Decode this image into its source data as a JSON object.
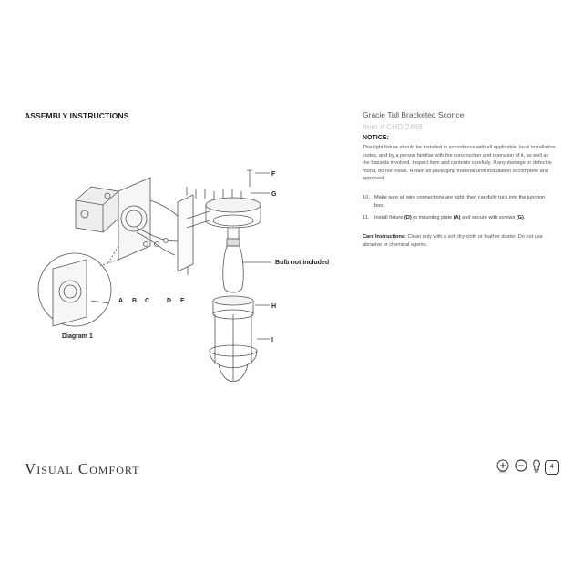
{
  "header": {
    "section_title": "ASSEMBLY INSTRUCTIONS"
  },
  "product": {
    "name": "Gracie Tall Bracketed Sconce",
    "item_number": "Item # CHD 2488"
  },
  "notice": {
    "heading": "NOTICE:",
    "body": "This light fixture should be installed in accordance with all applicable, local installation codes, and by a person familiar with the construction and operation of it, as well as the hazards involved. Inspect item and contents carefully. If any damage or defect is found, do not install. Retain all packaging material until installation is complete and approved."
  },
  "steps": [
    {
      "number": "10.",
      "text": "Make sure all wire connections are tight, then carefully tuck into the junction box."
    },
    {
      "number": "11.",
      "text_before": "Install fixture",
      "label_d": "(D)",
      "text_middle": "to mounting plate",
      "label_a": "(A)",
      "text_after": "and secure with screws",
      "label_g": "(G)",
      "end": "."
    }
  ],
  "care": {
    "heading": "Care Instructions:",
    "text": "Clean only with a soft dry cloth or feather duster. Do not use abrasive or chemical agents."
  },
  "diagram": {
    "labels": {
      "a": "A",
      "b": "B",
      "c": "C",
      "d": "D",
      "e": "E",
      "f": "F",
      "g": "G",
      "h": "H",
      "i": "I"
    },
    "bulb_callout": "Bulb not included",
    "inset_caption": "Diagram 1"
  },
  "footer": {
    "brand": "Visual Comfort",
    "page_number": "4",
    "cert_icons": [
      "etl-listed-icon",
      "damp-rated-icon",
      "bulb-icon"
    ]
  }
}
